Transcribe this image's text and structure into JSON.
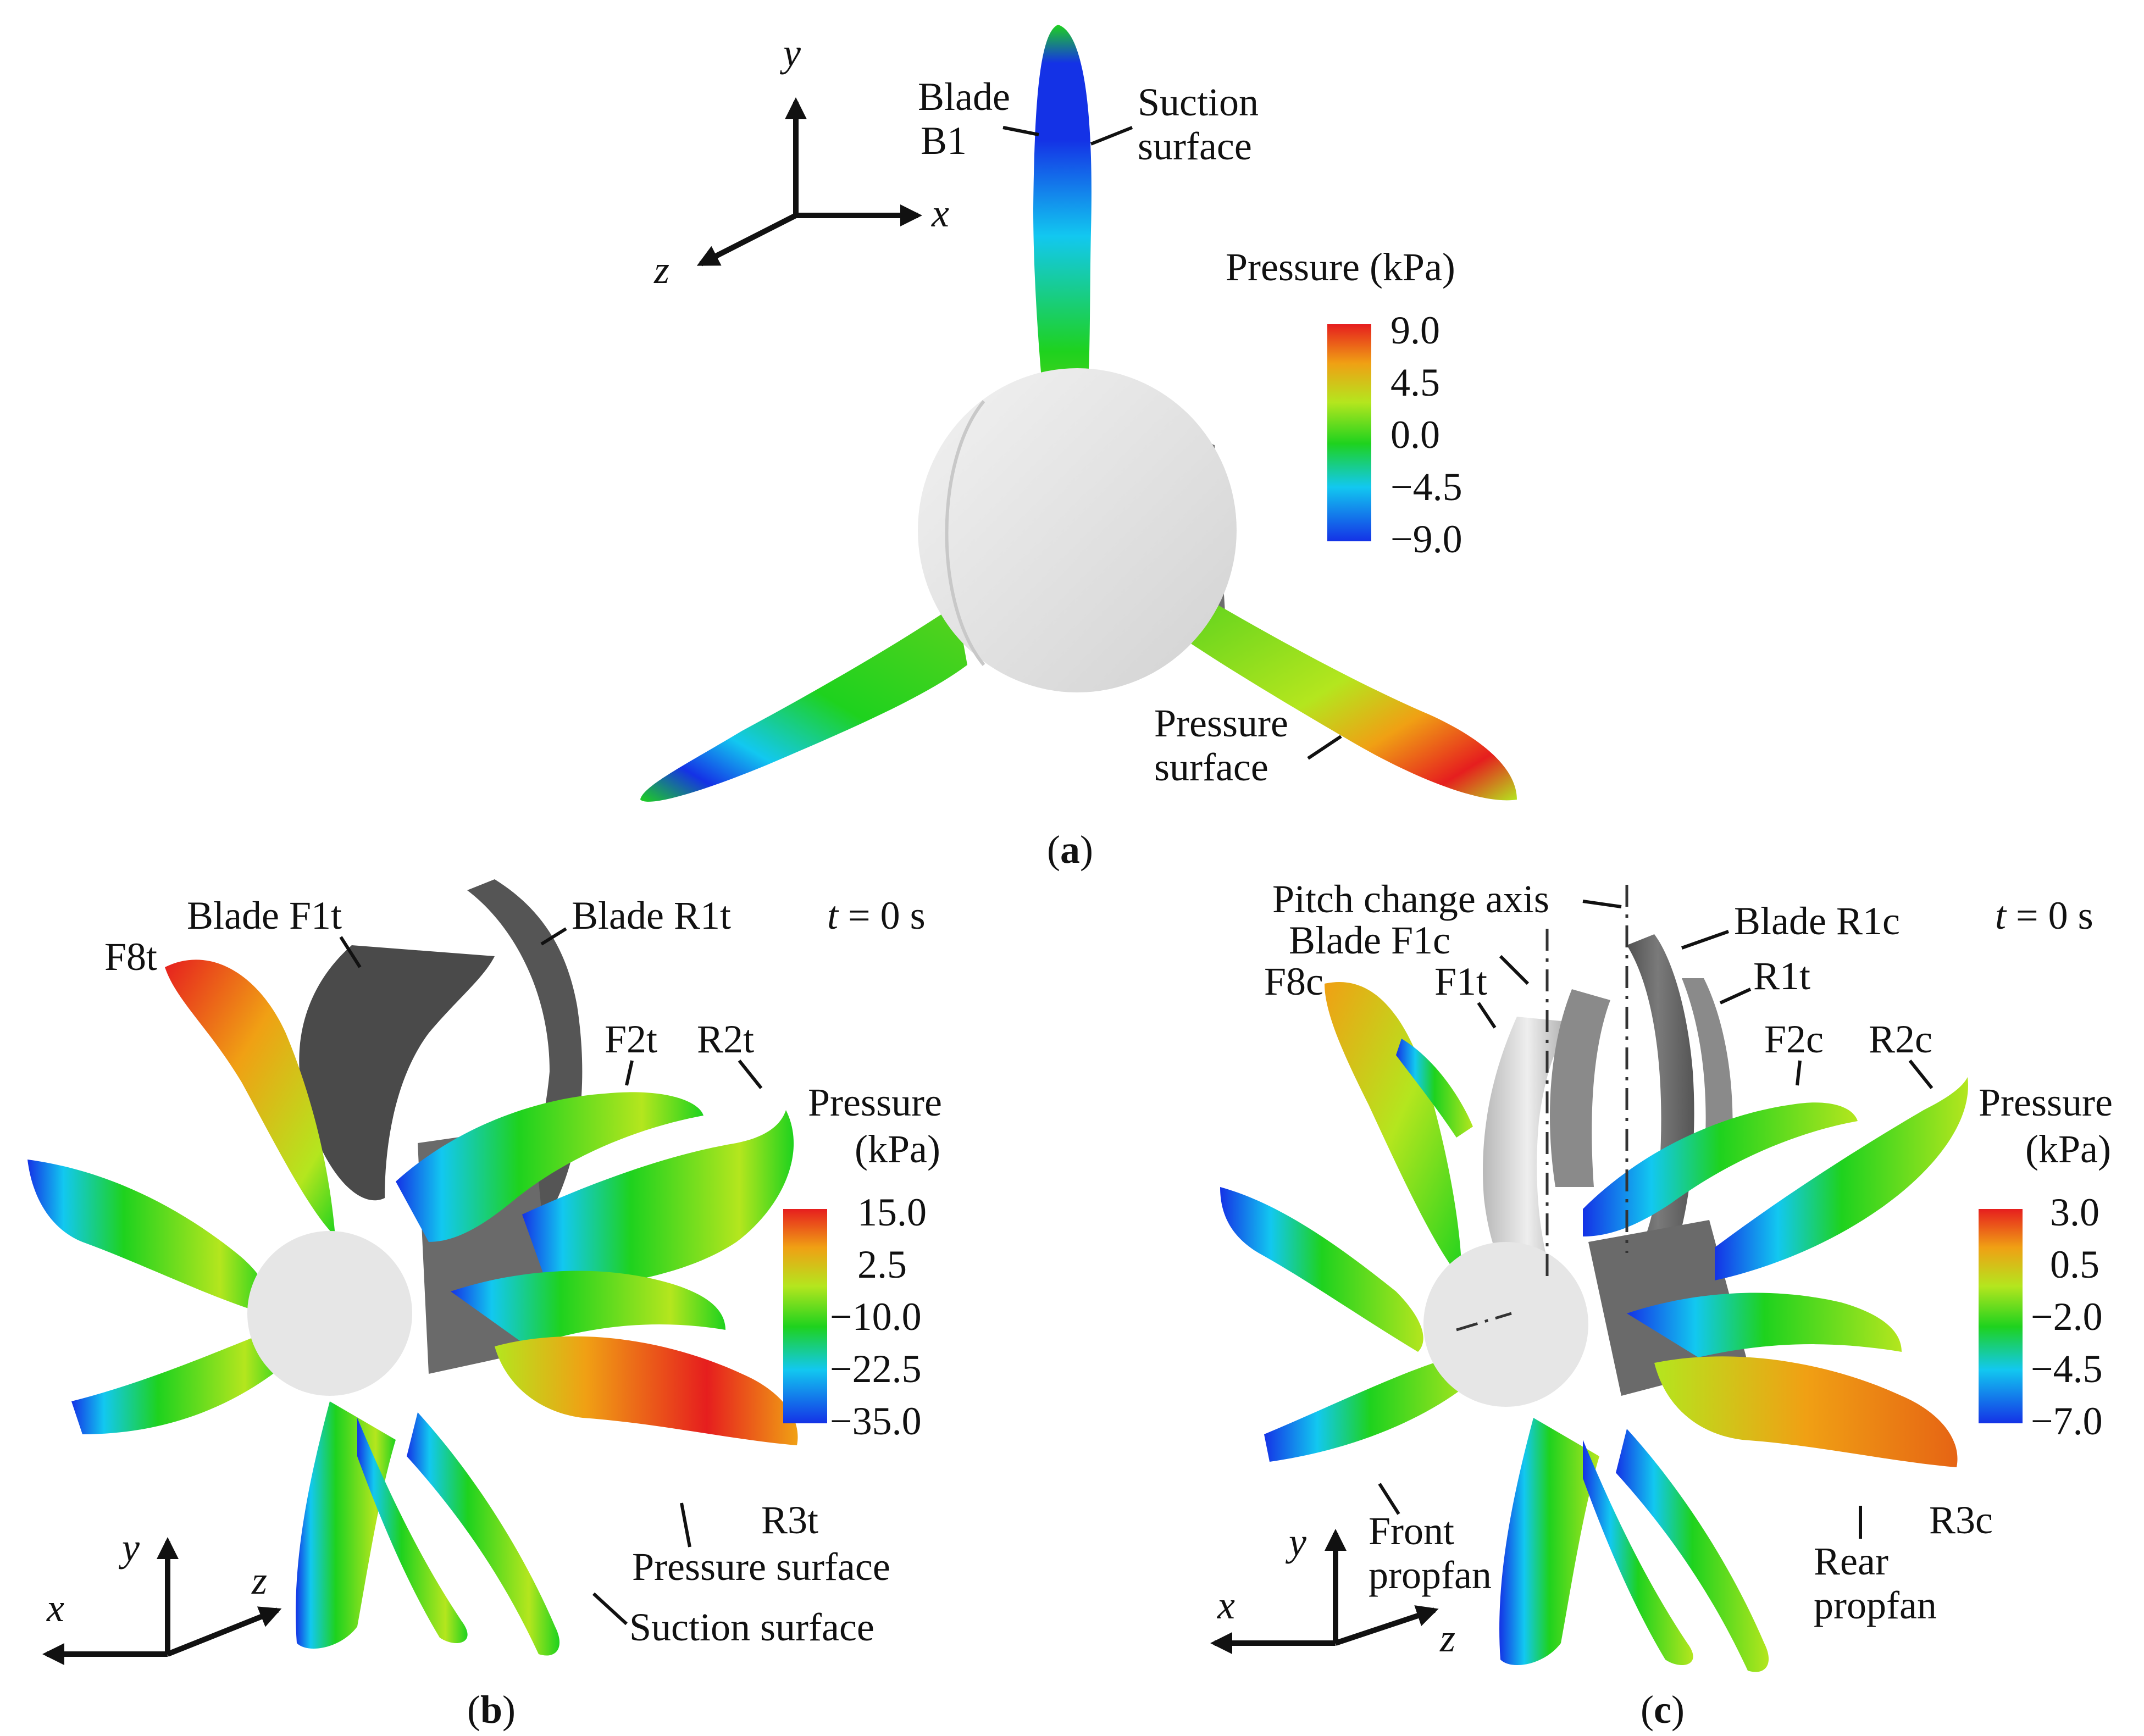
{
  "colors": {
    "scale": [
      "#1432e6",
      "#12c8f0",
      "#1ed21e",
      "#b4e61e",
      "#f0a014",
      "#e61e1e"
    ],
    "hub_light": "#e6e6e6",
    "hub_dark": "#6e6e6e",
    "blade_gray": "#5a5a5a",
    "text": "#111111"
  },
  "panel_a": {
    "caption_open": "(",
    "caption_letter": "a",
    "caption_close": ")",
    "axes": {
      "y": "y",
      "x": "x",
      "z": "z"
    },
    "labels": {
      "blade_line1": "Blade",
      "blade_line2": "B1",
      "suction_line1": "Suction",
      "suction_line2": "surface",
      "pressure_line1": "Pressure",
      "pressure_line2": "surface"
    },
    "legend": {
      "title": "Pressure (kPa)",
      "ticks": [
        "9.0",
        "4.5",
        "0.0",
        "−4.5",
        "−9.0"
      ]
    }
  },
  "panel_b": {
    "caption_open": "(",
    "caption_letter": "b",
    "caption_close": ")",
    "time_var": "t",
    "time_rest": " = 0 s",
    "axes": {
      "y": "y",
      "x": "x",
      "z": "z"
    },
    "labels": {
      "blade_f1t": "Blade F1t",
      "blade_r1t": "Blade R1t",
      "f8t": "F8t",
      "f2t": "F2t",
      "r2t": "R2t",
      "r3t": "R3t",
      "pressure_surface": "Pressure surface",
      "suction_surface": "Suction surface"
    },
    "legend": {
      "title_line1": "Pressure",
      "title_line2": "(kPa)",
      "ticks": [
        "15.0",
        "2.5",
        "−10.0",
        "−22.5",
        "−35.0"
      ]
    }
  },
  "panel_c": {
    "caption_open": "(",
    "caption_letter": "c",
    "caption_close": ")",
    "time_var": "t",
    "time_rest": " = 0 s",
    "axes": {
      "y": "y",
      "x": "x",
      "z": "z"
    },
    "labels": {
      "pitch_change_axis": "Pitch change axis",
      "blade_f1c": "Blade F1c",
      "blade_r1c": "Blade R1c",
      "f1t": "F1t",
      "r1t": "R1t",
      "f8c": "F8c",
      "f2c": "F2c",
      "r2c": "R2c",
      "r3c": "R3c",
      "front_line1": "Front",
      "front_line2": "propfan",
      "rear_line1": "Rear",
      "rear_line2": "propfan"
    },
    "legend": {
      "title_line1": "Pressure",
      "title_line2": "(kPa)",
      "ticks": [
        "3.0",
        "0.5",
        "−2.0",
        "−4.5",
        "−7.0"
      ]
    }
  }
}
